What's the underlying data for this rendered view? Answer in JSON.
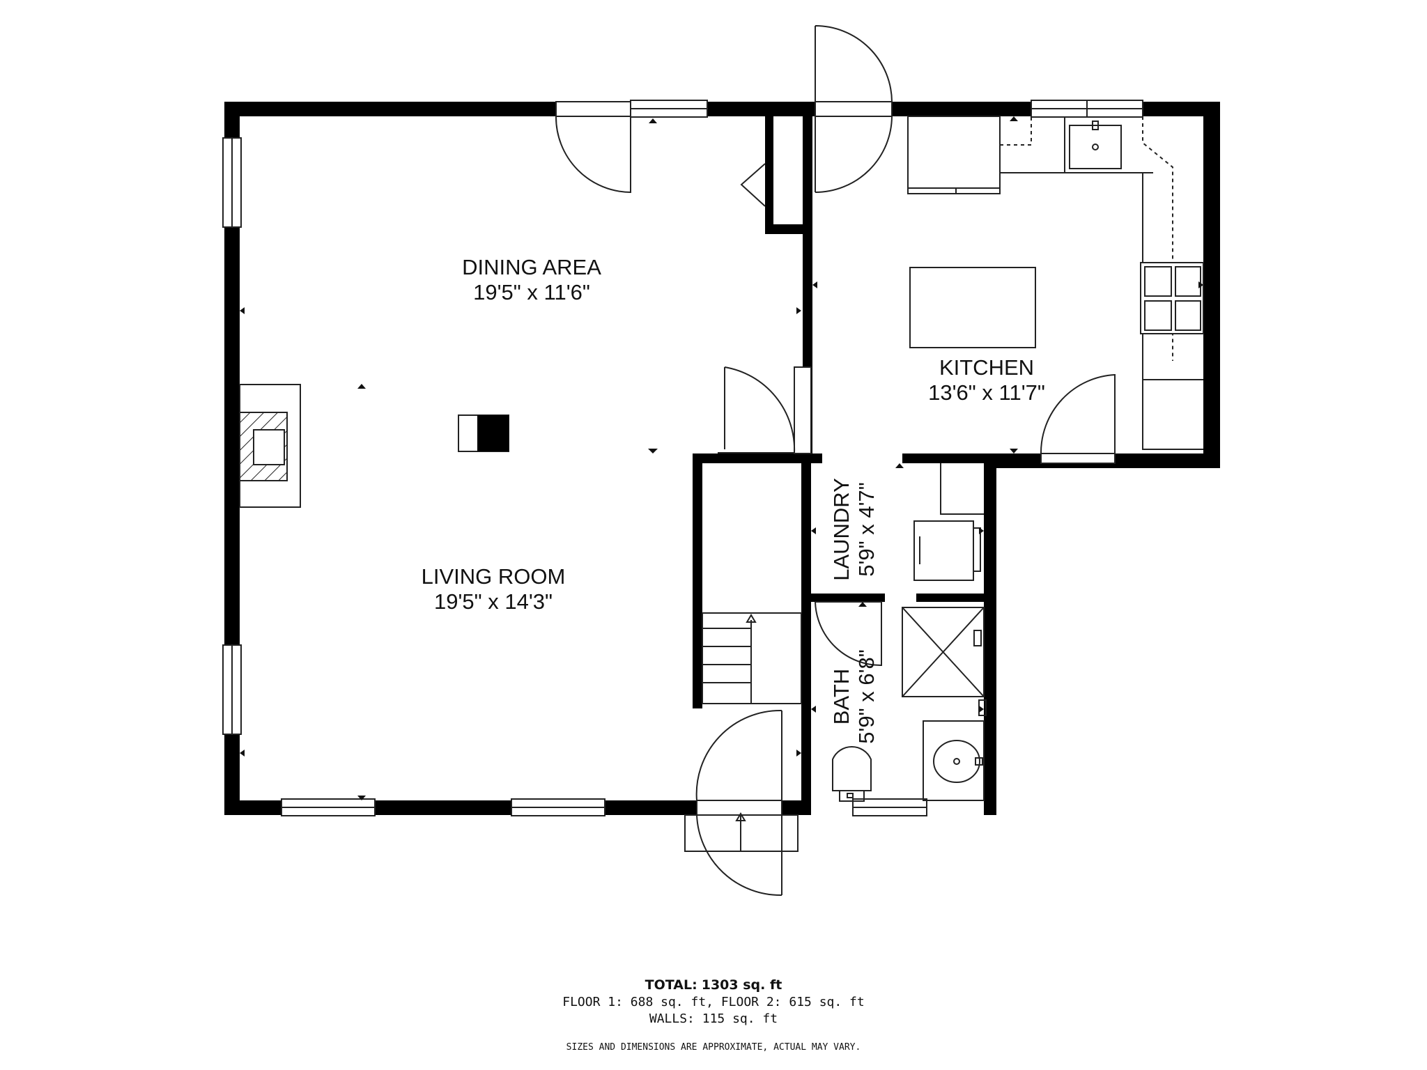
{
  "rooms": {
    "dining": {
      "name": "DINING AREA",
      "dims": "19'5\" x 11'6\""
    },
    "living": {
      "name": "LIVING ROOM",
      "dims": "19'5\" x 14'3\""
    },
    "kitchen": {
      "name": "KITCHEN",
      "dims": "13'6\" x 11'7\""
    },
    "laundry": {
      "name": "LAUNDRY",
      "dims": "5'9\" x 4'7\""
    },
    "bath": {
      "name": "BATH",
      "dims": "5'9\" x 6'8\""
    }
  },
  "footer": {
    "total_label": "TOTAL:",
    "total_value": "1303 sq. ft",
    "floors": "FLOOR 1: 688 sq. ft, FLOOR 2: 615 sq. ft",
    "walls": "WALLS: 115 sq. ft",
    "disclaimer": "SIZES AND DIMENSIONS ARE APPROXIMATE, ACTUAL MAY VARY."
  },
  "colors": {
    "wall": "#000000",
    "line": "#222222",
    "background": "#ffffff"
  }
}
